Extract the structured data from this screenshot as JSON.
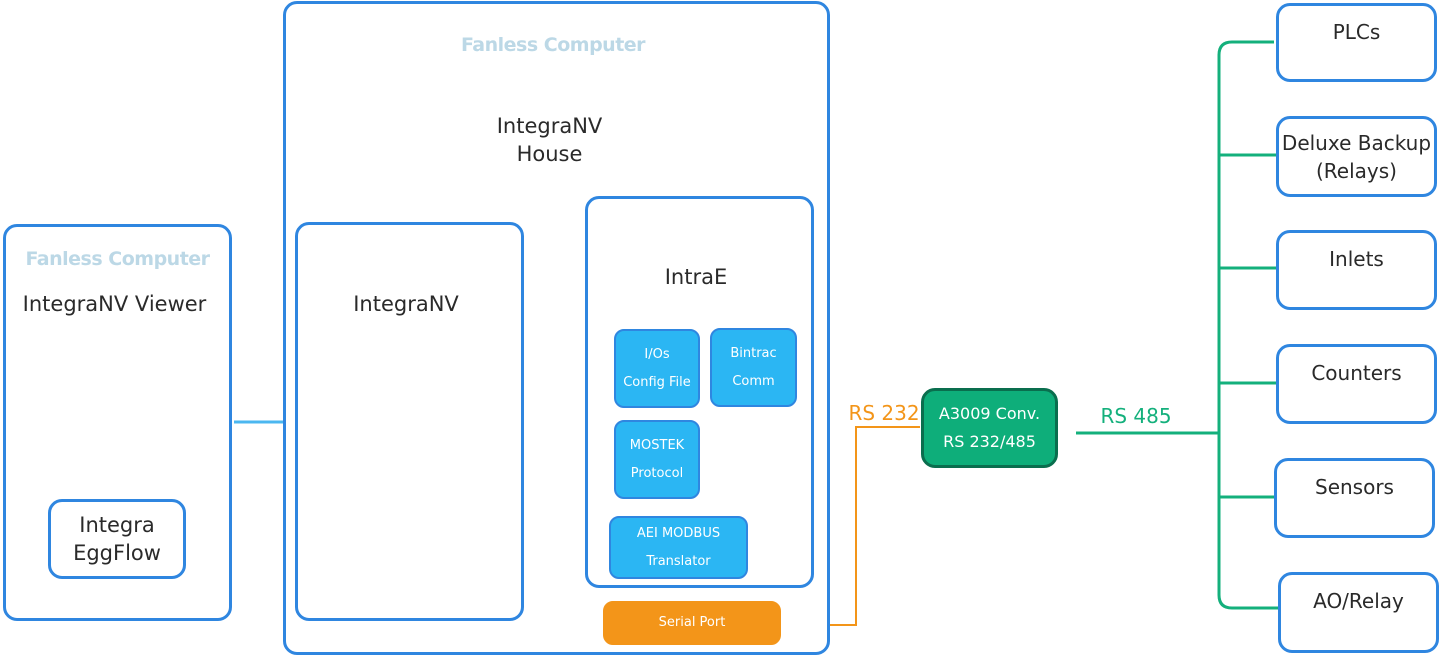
{
  "viewer_computer": {
    "ghost_title": "Fanless Computer",
    "title": "IntegraNV Viewer",
    "eggflow_line1": "Integra",
    "eggflow_line2": "EggFlow"
  },
  "house_computer": {
    "ghost_title": "Fanless Computer",
    "title_line1": "IntegraNV",
    "title_line2": "House",
    "integranv_label": "IntegraNV",
    "intrae_label": "IntraE",
    "ios_line1": "I/Os",
    "ios_line2": "Config File",
    "bintrac_line1": "Bintrac",
    "bintrac_line2": "Comm",
    "mostek_line1": "MOSTEK",
    "mostek_line2": "Protocol",
    "aei_line1": "AEI MODBUS",
    "aei_line2": "Translator",
    "serial_port": "Serial Port"
  },
  "links": {
    "rs232": "RS 232",
    "rs485": "RS 485"
  },
  "converter": {
    "line1": "A3009 Conv.",
    "line2": "RS 232/485"
  },
  "devices": [
    {
      "line1": "PLCs",
      "line2": ""
    },
    {
      "line1": "Deluxe Backup",
      "line2": "(Relays)"
    },
    {
      "line1": "Inlets",
      "line2": ""
    },
    {
      "line1": "Counters",
      "line2": ""
    },
    {
      "line1": "Sensors",
      "line2": ""
    },
    {
      "line1": "AO/Relay",
      "line2": ""
    }
  ],
  "colors": {
    "box_border": "#2f86e0",
    "module_fill": "#2bb6f3",
    "serial_fill": "#f39519",
    "rs232_color": "#f39519",
    "converter_fill": "#0eae7a",
    "rs485_color": "#14b07c",
    "ghost_text": "#bcd8e6",
    "arrow": "#3a3ee0"
  }
}
